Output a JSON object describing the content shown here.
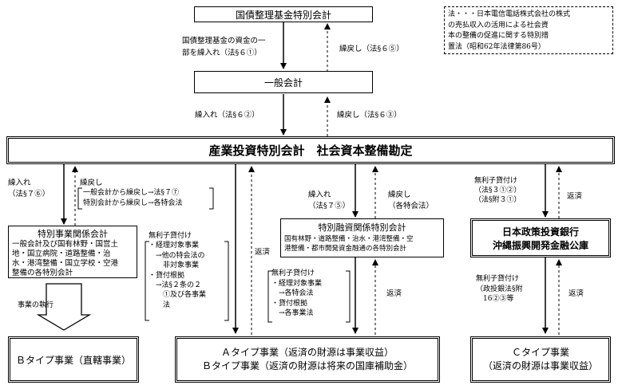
{
  "boxes": {
    "kokusai": "国債整理基金特別会計",
    "ippan": "一般会計",
    "sangyo": "産業投資特別会計　社会資本整備勘定",
    "tokubetsu_jigyo": {
      "title": "特別事業関係会計",
      "body": "一般会計及び国有林野・国営土\n地・国立病院・道路整備・治\n水・港湾整備・国立学校・空港\n整備の各特別会計"
    },
    "tokubetsu_yushi": {
      "title": "特別融資関係特別会計",
      "body": "国有林野・道路整備・治水・港湾整備・空\n港整備・都市開発資金融通の各特別会計"
    },
    "seisaku": {
      "line1": "日本政策投資銀行",
      "line2": "沖縄振興開発金融公庫"
    },
    "b_type": "Ｂタイプ事業（直轄事業）",
    "ab_type": {
      "line1": "Ａタイプ事業（返済の財源は事業収益）",
      "line2": "Ｂタイプ事業（返済の財源は将来の国庫補助金）"
    },
    "c_type": {
      "line1": "Ｃタイプ事業",
      "line2": "（返済の財源は事業収益）"
    }
  },
  "note": "法・・・日本電信電話株式会社の株式\nの売払収入の活用による社会資\n本の整備の促進に関する特別措\n置法（昭和62年法律第86号）",
  "labels": {
    "kuire1": "国債整理基金の資金の一\n部を繰入れ（法§６①）",
    "kurimodoshi1": "繰戻し（法§６⑤）",
    "kuire2": "繰入れ（法§６②）",
    "kurimodoshi2": "繰戻し（法§６③）",
    "kuire3": "繰入れ\n（法§７⑥）",
    "kurimodoshi3_title": "繰戻し",
    "kurimodoshi3_body": "一般会計から繰戻し→法§７⑦\n特別会計から繰戻し→各特会法",
    "jigyo_shikko": "事業の執行",
    "murishi1": "無利子貸付け\n・経理対象事業\n　→他の特会法の\n　　非対象事業\n・貸付根拠\n　→法§２条の２\n　　①及び各事業\n　　法",
    "hensai1": "返済",
    "kuire4": "繰入れ\n（法§７⑤）",
    "kurimodoshi4": "繰戻し\n（各特会法）",
    "murishi2": "無利子貸付け\n・経理対象事業\n　→各特会法\n・貸付根拠\n　→各事業法",
    "hensai2": "返済",
    "murishi3": "無利子貸付け\n（法§３①②）\n（法§附３①）",
    "hensai3": "返済",
    "murishi4": "無利子貸付け\n（政投銀法§附\n　16②③等",
    "hensai4": "返済"
  }
}
